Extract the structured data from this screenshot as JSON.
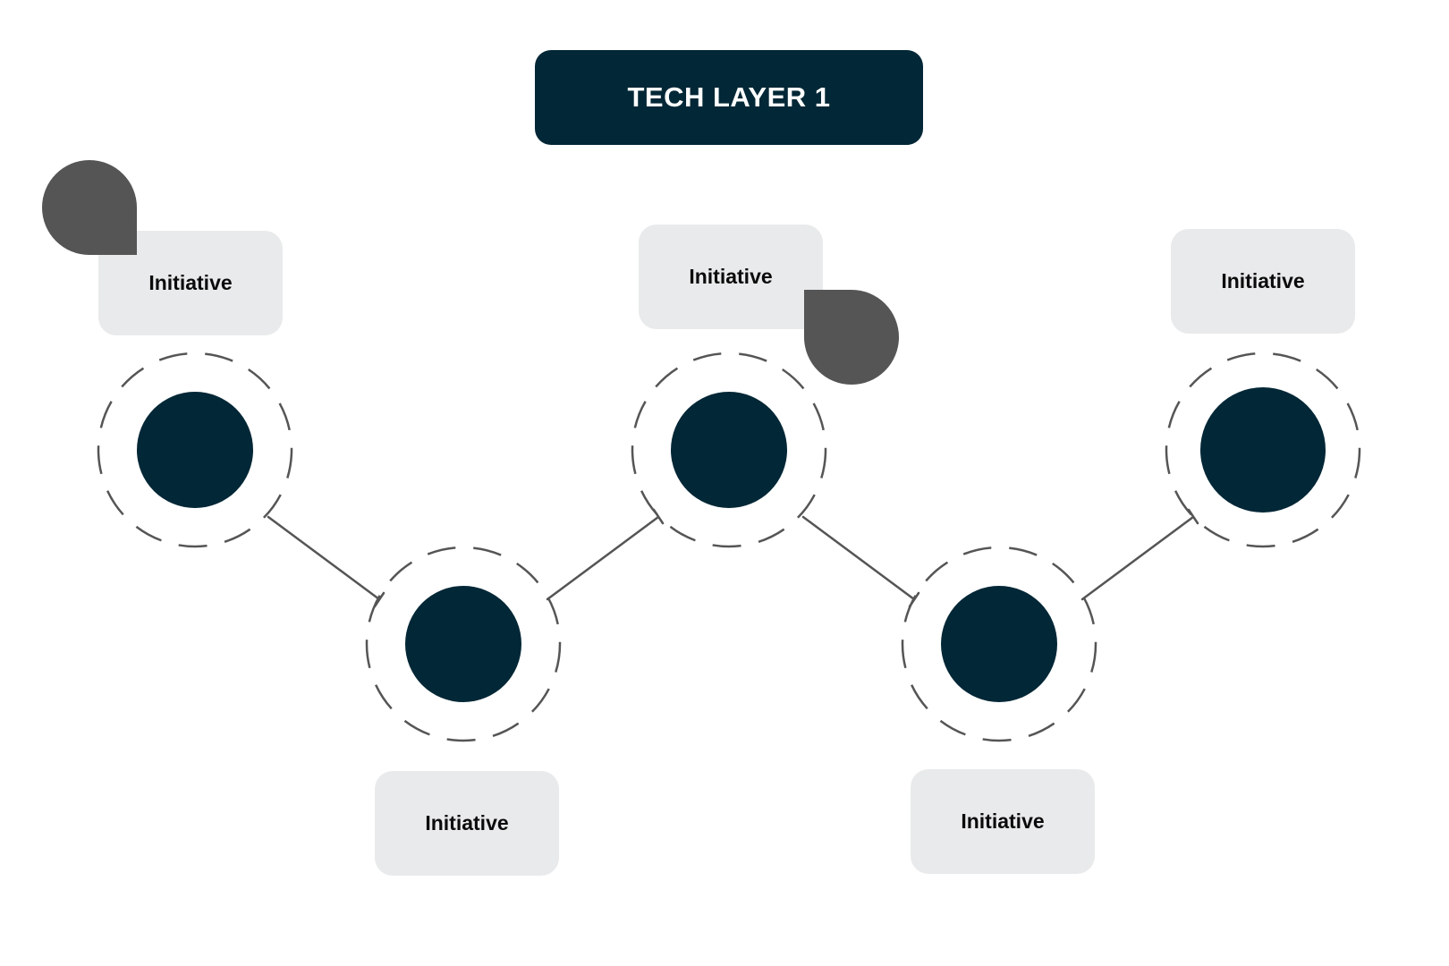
{
  "title": "TECH LAYER 1",
  "colors": {
    "node_fill": "#022736",
    "title_bg": "#022736",
    "card_bg": "#e9eaeb",
    "pin_fill": "#555555",
    "ring_stroke": "#555555",
    "connector_stroke": "#555555"
  },
  "initiatives": [
    {
      "label": "Initiative"
    },
    {
      "label": "Initiative"
    },
    {
      "label": "Initiative"
    },
    {
      "label": "Initiative"
    },
    {
      "label": "Initiative"
    }
  ],
  "nodes": [
    {
      "name": "node-1"
    },
    {
      "name": "node-2"
    },
    {
      "name": "node-3"
    },
    {
      "name": "node-4"
    },
    {
      "name": "node-5"
    }
  ],
  "pin_icons": [
    "map-pin-icon",
    "map-pin-icon"
  ]
}
